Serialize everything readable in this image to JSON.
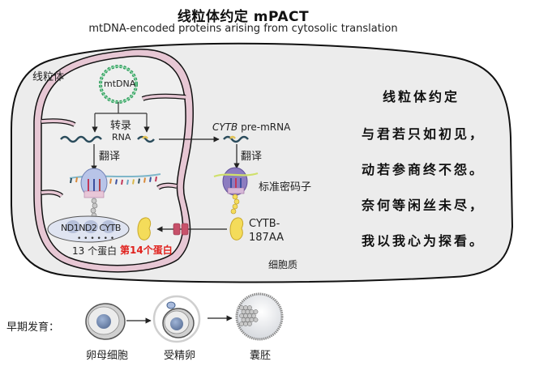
{
  "header": {
    "title": "线粒体约定 mPACT",
    "subtitle": "mtDNA-encoded proteins arising from cytosolic translation"
  },
  "diagram": {
    "mitochondrion_label": "线粒体",
    "cytoplasm_label": "细胞质",
    "mtdna_label": "mtDNA",
    "transcription_label": "转录",
    "rna_label": "RNA",
    "mito_translation_label": "翻译",
    "protein_labels": [
      "ND1",
      "ND2",
      "CYTB"
    ],
    "thirteen_proteins_label": "13 个蛋白",
    "fourteenth_protein_label": "第14个蛋白",
    "cytb_premrna_gene": "CYTB",
    "cytb_premrna_suffix": "pre-mRNA",
    "cyto_translation_label": "翻译",
    "standard_codon_label": "标准密码子",
    "cytb_protein_label_line1": "CYTB-",
    "cytb_protein_label_line2": "187AA"
  },
  "poem": {
    "title": "线粒体约定",
    "lines": [
      "与君若只如初见，",
      "动若参商终不怨。",
      "奈何等闲丝未尽，",
      "我以我心为探看。"
    ]
  },
  "development": {
    "label": "早期发育：",
    "stages": [
      "卵母细胞",
      "受精卵",
      "囊胚"
    ]
  },
  "colors": {
    "cell_fill": "#ececec",
    "membrane": "#e7c7d4",
    "mtdna": "#2e9e5c",
    "highlight_red": "#e0201c",
    "protein_yellow": "#f4dc5a",
    "ribosome": "#b8c4e8"
  }
}
